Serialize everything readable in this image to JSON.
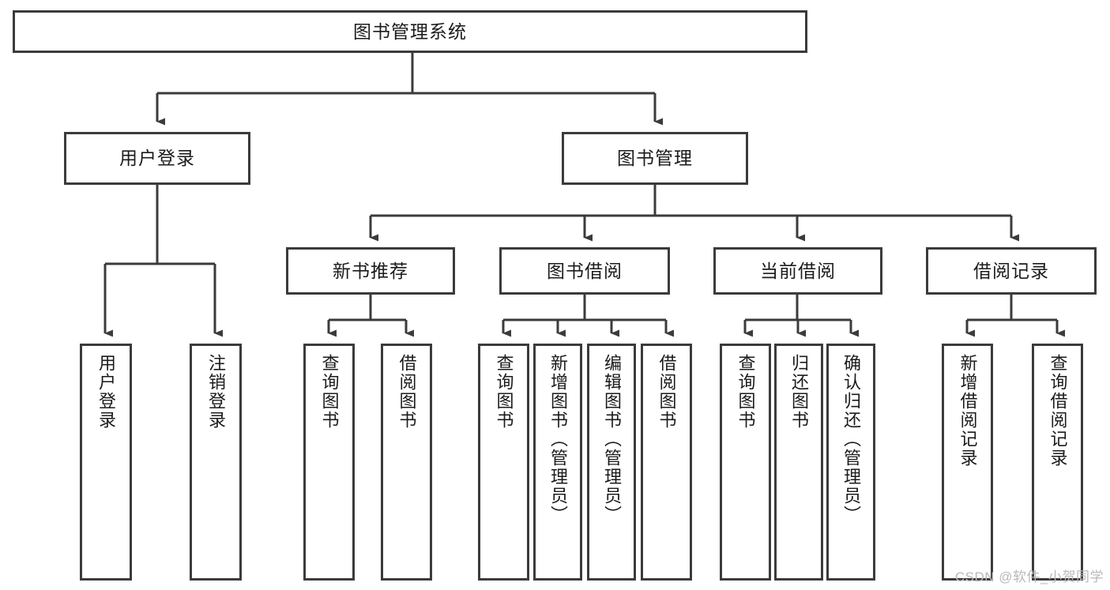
{
  "diagram": {
    "type": "tree-hierarchy-chart",
    "title": "图书管理系统",
    "watermark": "CSDN @软件_小贺同学",
    "colors": {
      "stroke": "#3b3b3b",
      "background": "#ffffff",
      "text": "#1b1b1b",
      "watermark": "#b9b9b9"
    },
    "root": {
      "label": "图书管理系统"
    },
    "level2": [
      {
        "label": "用户登录"
      },
      {
        "label": "图书管理"
      }
    ],
    "level3": [
      {
        "label": "新书推荐"
      },
      {
        "label": "图书借阅"
      },
      {
        "label": "当前借阅"
      },
      {
        "label": "借阅记录"
      }
    ],
    "leaves": {
      "user_login": [
        {
          "label": "用户登录"
        },
        {
          "label": "注销登录"
        }
      ],
      "new_book_recommend": [
        {
          "label": "查询图书"
        },
        {
          "label": "借阅图书"
        }
      ],
      "book_borrow": [
        {
          "label": "查询图书"
        },
        {
          "label": "新增图书（管理员）"
        },
        {
          "label": "编辑图书（管理员）"
        },
        {
          "label": "借阅图书"
        }
      ],
      "current_borrow": [
        {
          "label": "查询图书"
        },
        {
          "label": "归还图书"
        },
        {
          "label": "确认归还（管理员）"
        }
      ],
      "borrow_records": [
        {
          "label": "新增借阅记录"
        },
        {
          "label": "查询借阅记录"
        }
      ]
    }
  }
}
